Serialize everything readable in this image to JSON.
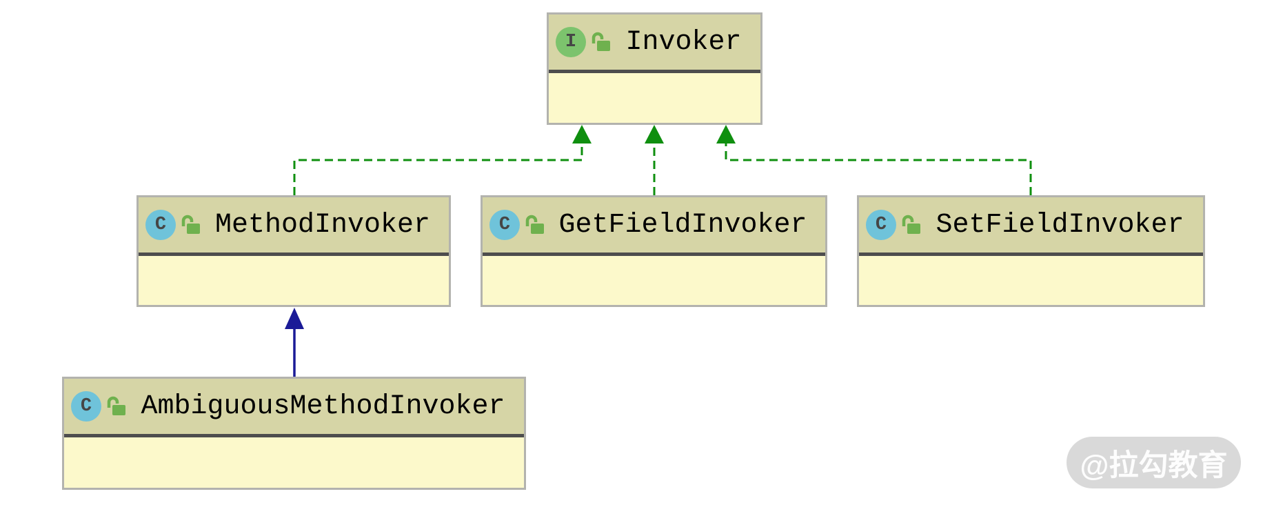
{
  "diagram": {
    "type": "uml-class-diagram",
    "nodes": [
      {
        "name": "Invoker",
        "kind": "interface",
        "badge_letter": "I",
        "visibility_icon": "unlocked-padlock"
      },
      {
        "name": "MethodInvoker",
        "kind": "class",
        "badge_letter": "C",
        "visibility_icon": "unlocked-padlock"
      },
      {
        "name": "GetFieldInvoker",
        "kind": "class",
        "badge_letter": "C",
        "visibility_icon": "unlocked-padlock"
      },
      {
        "name": "SetFieldInvoker",
        "kind": "class",
        "badge_letter": "C",
        "visibility_icon": "unlocked-padlock"
      },
      {
        "name": "AmbiguousMethodInvoker",
        "kind": "class",
        "badge_letter": "C",
        "visibility_icon": "unlocked-padlock"
      }
    ],
    "relations": [
      {
        "from": "MethodInvoker",
        "to": "Invoker",
        "type": "implements",
        "line_style": "dashed",
        "color": "#0f8f0f"
      },
      {
        "from": "GetFieldInvoker",
        "to": "Invoker",
        "type": "implements",
        "line_style": "dashed",
        "color": "#0f8f0f"
      },
      {
        "from": "SetFieldInvoker",
        "to": "Invoker",
        "type": "implements",
        "line_style": "dashed",
        "color": "#0f8f0f"
      },
      {
        "from": "AmbiguousMethodInvoker",
        "to": "MethodInvoker",
        "type": "extends",
        "line_style": "solid",
        "color": "#1b1b97"
      }
    ],
    "colors": {
      "header_bg": "#d6d5a6",
      "body_bg": "#fcf9cb",
      "box_border": "#b3b3ae",
      "divider": "#4d4d4d",
      "interface_badge": "#7cc36d",
      "class_badge": "#6fc3da",
      "badge_letter": "#464646",
      "lock_icon": "#6fb14e",
      "implements_arrow": "#0f8f0f",
      "extends_arrow": "#1b1b97",
      "background": "#ffffff"
    },
    "watermark": {
      "text": "@拉勾教育"
    }
  }
}
